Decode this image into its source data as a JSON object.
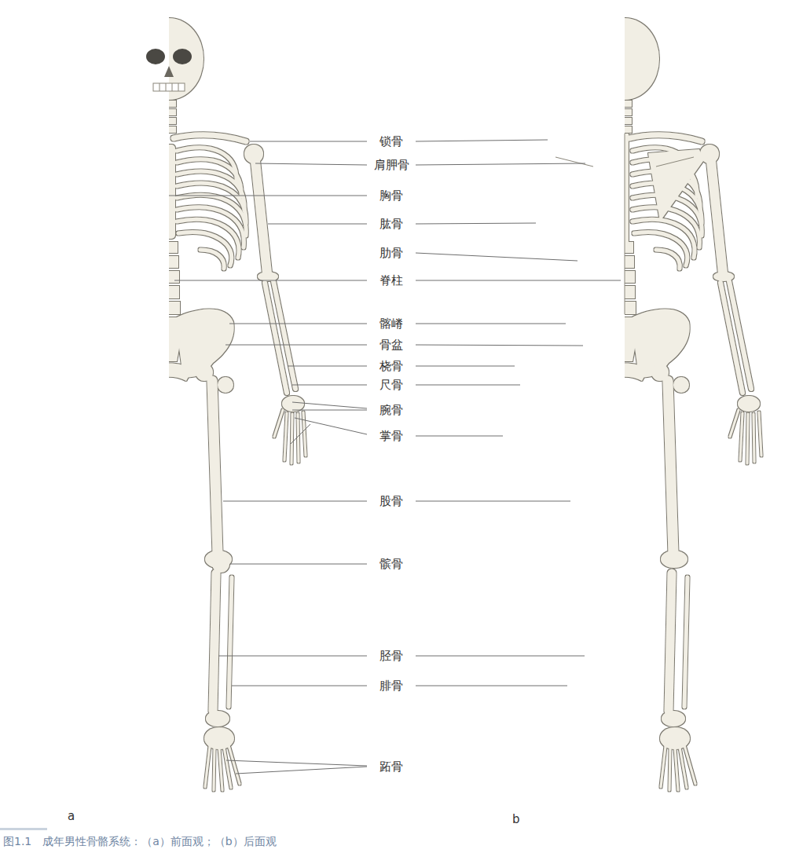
{
  "diagram": {
    "caption": "图1.1　成年男性骨骼系统：（a）前面观；（b）后面观",
    "labels": [
      "锁骨",
      "肩胛骨",
      "胸骨",
      "肱骨",
      "肋骨",
      "脊柱",
      "髂嵴",
      "骨盆",
      "桡骨",
      "尺骨",
      "腕骨",
      "掌骨",
      "股骨",
      "髌骨",
      "胫骨",
      "腓骨",
      "跖骨",
      "a",
      "b"
    ]
  }
}
